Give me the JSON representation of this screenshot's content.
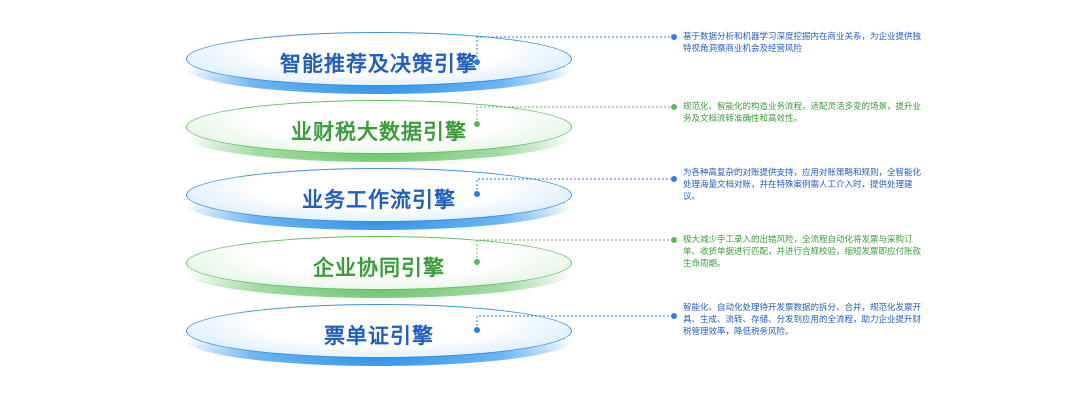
{
  "layers": [
    {
      "title": "智能推荐及决策引擎",
      "description": "基于数据分析和机器学习深度挖掘内在商业关系，为企业提供独特视角洞察商业机会及经营风险",
      "color": "#2f7fe0"
    },
    {
      "title": "业财税大数据引擎",
      "description": "规范化、智能化的构造业务流程，适配灵活多变的场景，提升业务及文档流转准确性和高效性。",
      "color": "#5cb85c"
    },
    {
      "title": "业务工作流引擎",
      "description": "为各种高复杂的对账提供支持，应用对账策略和规则，全智能化处理海量文档对账，并在特殊案例需人工介入时，提供处理建议。",
      "color": "#2f7fe0"
    },
    {
      "title": "企业协同引擎",
      "description": "极大减少手工录入的出错风险，全流程自动化将发票与采购订单、收货单据进行匹配，并进行合规校验，缩短发票即应付账款生命周期。",
      "color": "#5cb85c"
    },
    {
      "title": "票单证引擎",
      "description": "智能化、自动化处理待开发票数据的拆分、合并，规范化发票开具、生成、流转、存储、分发到应用的全流程，助力企业提升财税管理效率，降低税务风险。",
      "color": "#2f7fe0"
    }
  ]
}
